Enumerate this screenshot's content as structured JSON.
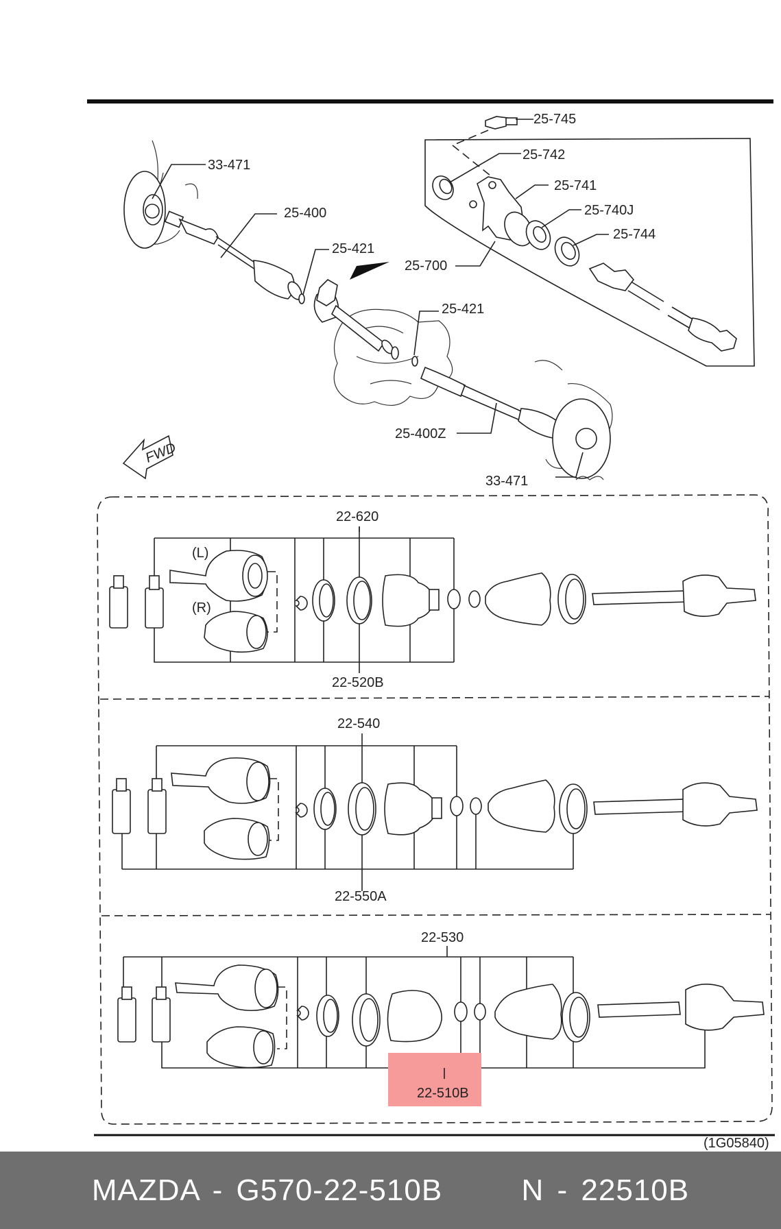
{
  "labels": {
    "p33_471_a": "33-471",
    "p25_400": "25-400",
    "p25_421_a": "25-421",
    "p25_421_b": "25-421",
    "p25_745": "25-745",
    "p25_742": "25-742",
    "p25_741": "25-741",
    "p25_740j": "25-740J",
    "p25_744": "25-744",
    "p25_700": "25-700",
    "p25_400z": "25-400Z",
    "p33_471_b": "33-471",
    "fwd": "FWD",
    "p22_620": "22-620",
    "side_l": "(L)",
    "side_r": "(R)",
    "p22_520b": "22-520B",
    "p22_540": "22-540",
    "p22_550a": "22-550A",
    "p22_530": "22-530",
    "p22_510b": "22-510B",
    "code": "(1G05840)"
  },
  "highlight": {
    "color": "#f79a9a",
    "part": "22-510B"
  },
  "caption": {
    "brand_part": "MAZDA - G570-22-510B",
    "alt_part": "N - 22510B"
  }
}
